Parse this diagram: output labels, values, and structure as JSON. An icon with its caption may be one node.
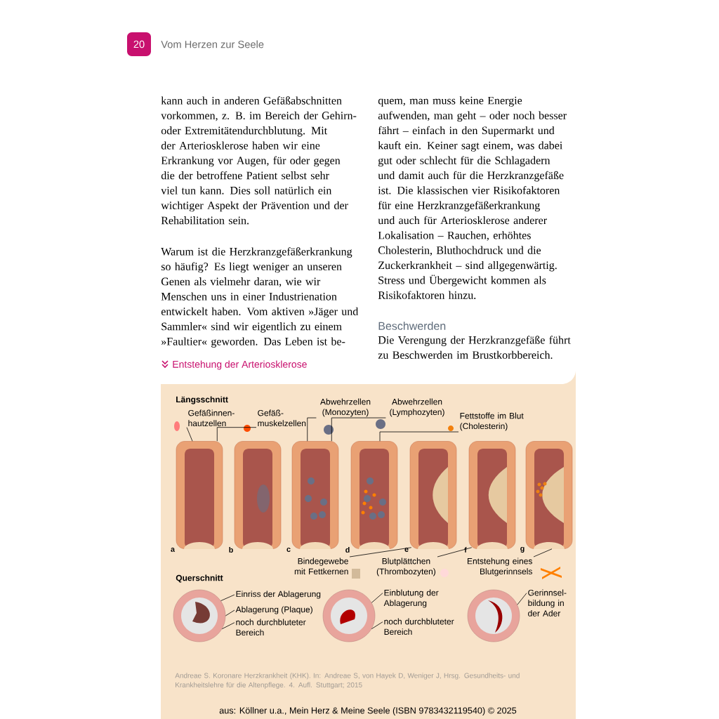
{
  "diagram": {
    "caption": "Entstehung der Arteriosklerose",
    "nodes": [
      {
        "text": [],
        "shape": "picture"
      },
      {
        "text": [],
        "shape": "picture"
      },
      {
        "text": [],
        "shape": "picture"
      },
      {
        "text": [],
        "shape": "picture"
      },
      {
        "text": [],
        "shape": "picture"
      },
      {
        "text": [],
        "shape": "picture"
      },
      {
        "text": [],
        "shape": "picture"
      },
      {
        "text": [],
        "shape": "picture"
      },
      {
        "text": [],
        "shape": "picture"
      },
      {
        "text": [],
        "shape": "picture"
      },
      {
        "text": [
          "Gefäßinnen- hautzellen"
        ]
      },
      {
        "text": [
          "Gefäß- muskelzellen"
        ]
      },
      {
        "text": [
          "Abwehrzellen (Monozyten)"
        ]
      },
      {
        "text": [
          "Abwehrzellen (Lymphozyten)"
        ]
      },
      {
        "text": [
          "Fettstoffe im Blut (Cholesterin)"
        ]
      },
      {
        "text": [
          "Bindegewebe mit Fettkernen"
        ]
      },
      {
        "text": [
          "Blutplättchen (Thrombozyten)"
        ]
      },
      {
        "text": [
          "Entstehung eines Blutgerinnsels"
        ]
      },
      {
        "text": [
          "Einriss der Ablagerung"
        ]
      },
      {
        "text": [
          "Ablagerung (Plaque)"
        ]
      },
      {
        "text": [
          "noch durchbluteter Bereich"
        ]
      },
      {
        "text": [
          "Einblutung der Ablagerung"
        ]
      },
      {
        "text": [
          "noch durchbluteter Bereich"
        ]
      },
      {
        "text": [
          "Gerinnsel- bildung in der Ader"
        ]
      }
    ],
    "edges": [
      {
        "from": 10,
        "to": 0,
        "arrow": "none"
      },
      {
        "from": 11,
        "to": 0,
        "arrow": "none"
      },
      {
        "from": 12,
        "to": 2,
        "arrow": "none"
      },
      {
        "from": 13,
        "to": 2,
        "arrow": "none"
      },
      {
        "from": 14,
        "to": 3,
        "arrow": "none"
      },
      {
        "from": 15,
        "to": 4,
        "arrow": "none"
      },
      {
        "from": 16,
        "to": 5,
        "arrow": "none"
      },
      {
        "from": 17,
        "to": 6,
        "arrow": "none"
      },
      {
        "from": 18,
        "to": 7,
        "arrow": "none"
      },
      {
        "from": 19,
        "to": 7,
        "arrow": "none"
      },
      {
        "from": 20,
        "to": 7,
        "arrow": "none"
      },
      {
        "from": 21,
        "to": 8,
        "arrow": "none"
      },
      {
        "from": 22,
        "to": 8,
        "arrow": "none"
      },
      {
        "from": 23,
        "to": 9,
        "arrow": "none"
      }
    ],
    "labels": [
      "20",
      "Vom Herzen zur Seele",
      "kann auch in anderen Gefäßabschnitten vorkommen, z. B. im Bereich der Gehirn- oder Extremitätendurchblutung. Mit der Arteriosklerose haben wir eine Erkrankung vor Augen, für oder gegen die der betroffene Patient selbst sehr viel tun kann. Dies soll natürlich ein wichtiger Aspekt der Prävention und der Rehabilitation sein.",
      "Warum ist die Herzkranzgefäßerkrankung so häufig? Es liegt weniger an unseren Genen als vielmehr daran, wie wir Menschen uns in einer Industrienation entwickelt haben. Vom aktiven »Jäger und Sammler« sind wir eigentlich zu einem »Faultier« geworden. Das Leben ist be-",
      "quem, man muss keine Energie aufwenden, man geht – oder noch besser fährt – einfach in den Supermarkt und kauft ein. Keiner sagt einem, was dabei gut oder schlecht für die Schlagadern und damit auch für die Herzkranzgefäße ist. Die klassischen vier Risikofaktoren für eine Herzkranzgefäßerkrankung und auch für Arteriosklerose anderer Lokalisation – Rauchen, erhöhtes Cholesterin, Bluthochdruck und die Zuckerkrankheit – sind allgegenwärtig. Stress und Übergewicht kommen als Risikofaktoren hinzu.",
      "Beschwerden",
      "Die Verengung der Herzkranzgefäße führt zu Beschwerden im Brustkorbbereich.",
      "Längsschnitt",
      "Querschnitt",
      "Andreae S. Koronare Herzkrankheit (KHK). In: Andreae S, von Hayek D, Weniger J, Hrsg. Gesundheits- und Krankheitslehre für die Altenpflege. 4. Aufl. Stuttgart; 2015",
      "aus: Köllner u.a., Mein Herz & Meine Seele (ISBN 9783432119540) © 2025",
      "a",
      "b",
      "c",
      "d",
      "e",
      "f",
      "g"
    ]
  }
}
